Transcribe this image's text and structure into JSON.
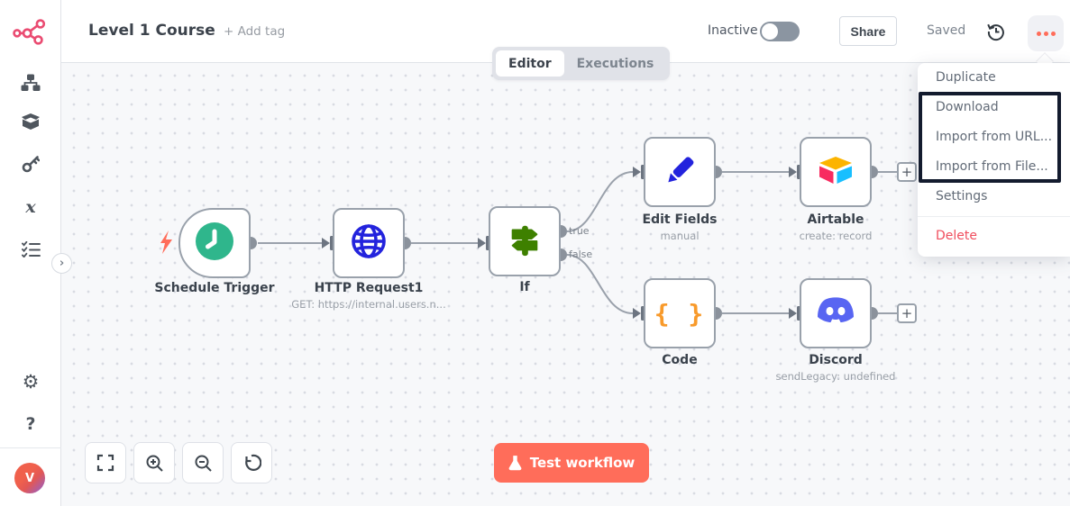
{
  "sidebar": {
    "avatar_initial": "V",
    "icons": [
      "workflows",
      "templates",
      "credentials",
      "variables",
      "executions",
      "settings",
      "help"
    ]
  },
  "header": {
    "title": "Level 1 Course",
    "add_tag": "+ Add tag",
    "activation_label": "Inactive",
    "activation_state": "off",
    "share": "Share",
    "saved": "Saved"
  },
  "tabs": {
    "editor": "Editor",
    "executions": "Executions"
  },
  "menu": {
    "items": [
      "Duplicate",
      "Download",
      "Import from URL...",
      "Import from File...",
      "Settings",
      "Delete"
    ],
    "highlighted_items": [
      "Download",
      "Import from URL...",
      "Import from File..."
    ]
  },
  "workflow": {
    "nodes": [
      {
        "name": "Schedule Trigger",
        "subtitle": ""
      },
      {
        "name": "HTTP Request1",
        "subtitle": "GET: https://internal.users.n..."
      },
      {
        "name": "If",
        "subtitle": ""
      },
      {
        "name": "Edit Fields",
        "subtitle": "manual"
      },
      {
        "name": "Airtable",
        "subtitle": "create: record"
      },
      {
        "name": "Code",
        "subtitle": ""
      },
      {
        "name": "Discord",
        "subtitle": "sendLegacy: undefined"
      }
    ],
    "branch_labels": {
      "true": "true",
      "false": "false"
    },
    "plus": "+"
  },
  "controls": {
    "test_workflow": "Test workflow"
  },
  "colors": {
    "brand_pink": "#ea4b71",
    "primary_button": "#ff6d5a",
    "highlight_box": "#131b2e",
    "delete_red": "#f04e5e",
    "schedule_green": "#2fb68c",
    "http_blue": "#2323dd",
    "if_green": "#3e8000",
    "code_orange": "#f89a2b",
    "discord_blurple": "#5865f2",
    "airtable_yellow": "#fcb400",
    "airtable_red": "#f82b60",
    "airtable_cyan": "#18bfff"
  }
}
